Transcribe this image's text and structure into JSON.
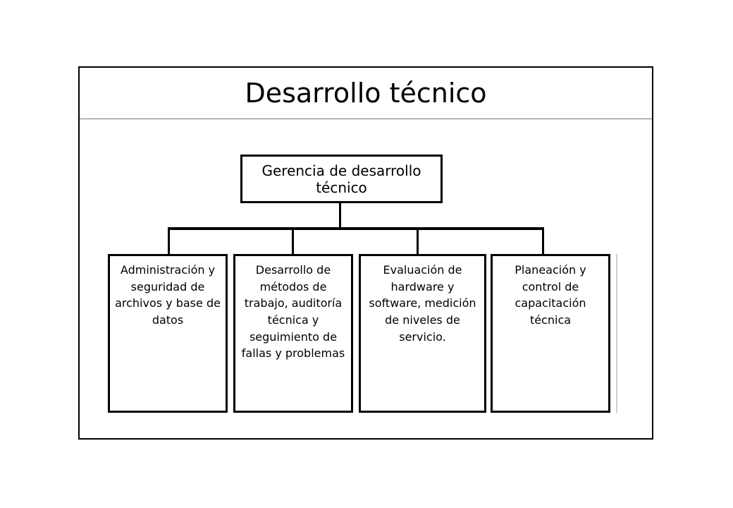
{
  "title": "Desarrollo técnico",
  "root": {
    "label": "Gerencia de desarrollo técnico"
  },
  "children": [
    {
      "label": "Administración y seguridad de archivos y base de datos"
    },
    {
      "label": "Desarrollo de métodos de trabajo, auditoría técnica y seguimiento de fallas y problemas"
    },
    {
      "label": "Evaluación de hardware y software, medición de niveles de servicio."
    },
    {
      "label": "Planeación y control de capacitación técnica"
    }
  ]
}
